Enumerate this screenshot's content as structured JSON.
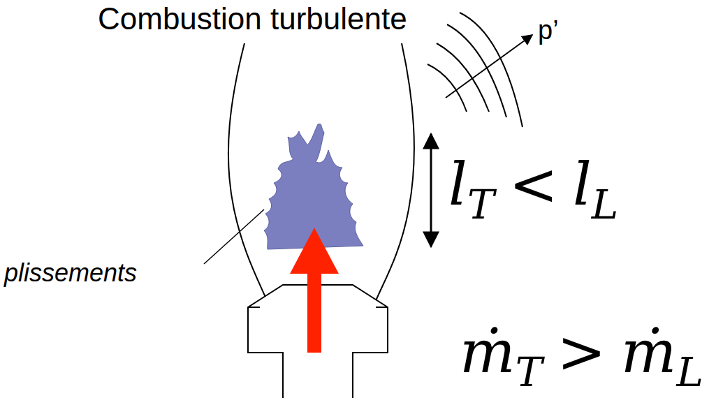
{
  "diagram": {
    "title": "Combustion turbulente",
    "labels": [
      "p’",
      "plissements",
      "l",
      "T",
      "<",
      "l",
      "L",
      "ṁ",
      "T",
      ">",
      "ṁ",
      "L"
    ]
  }
}
